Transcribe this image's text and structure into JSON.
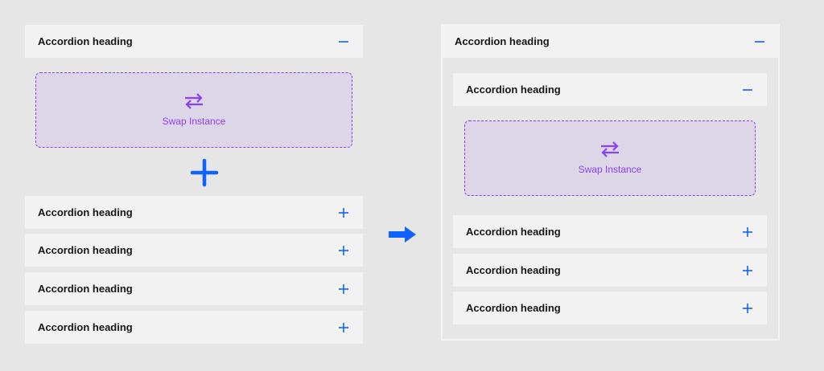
{
  "left": {
    "top_accordion": {
      "heading": "Accordion heading",
      "state_icon": "minus-icon"
    },
    "swap_slot": {
      "label": "Swap Instance",
      "icon": "swap-arrows-icon"
    },
    "join_icon": "plus-icon",
    "collapsed_accordions": [
      {
        "heading": "Accordion heading",
        "state_icon": "plus-icon"
      },
      {
        "heading": "Accordion heading",
        "state_icon": "plus-icon"
      },
      {
        "heading": "Accordion heading",
        "state_icon": "plus-icon"
      },
      {
        "heading": "Accordion heading",
        "state_icon": "plus-icon"
      }
    ]
  },
  "transition_icon": "arrow-right-icon",
  "right": {
    "outer_accordion": {
      "heading": "Accordion heading",
      "state_icon": "minus-icon"
    },
    "inner_accordion": {
      "heading": "Accordion heading",
      "state_icon": "minus-icon"
    },
    "swap_slot": {
      "label": "Swap Instance",
      "icon": "swap-arrows-icon"
    },
    "collapsed_accordions": [
      {
        "heading": "Accordion heading",
        "state_icon": "plus-icon"
      },
      {
        "heading": "Accordion heading",
        "state_icon": "plus-icon"
      },
      {
        "heading": "Accordion heading",
        "state_icon": "plus-icon"
      }
    ]
  },
  "colors": {
    "canvas": "#e6e6e6",
    "accordion_bg": "#f2f2f2",
    "icon_blue": "#0f62fe",
    "swap_purple": "#8a3ffc",
    "swap_bg": "#dcd6e6",
    "arrow_blue": "#0f62fe"
  }
}
